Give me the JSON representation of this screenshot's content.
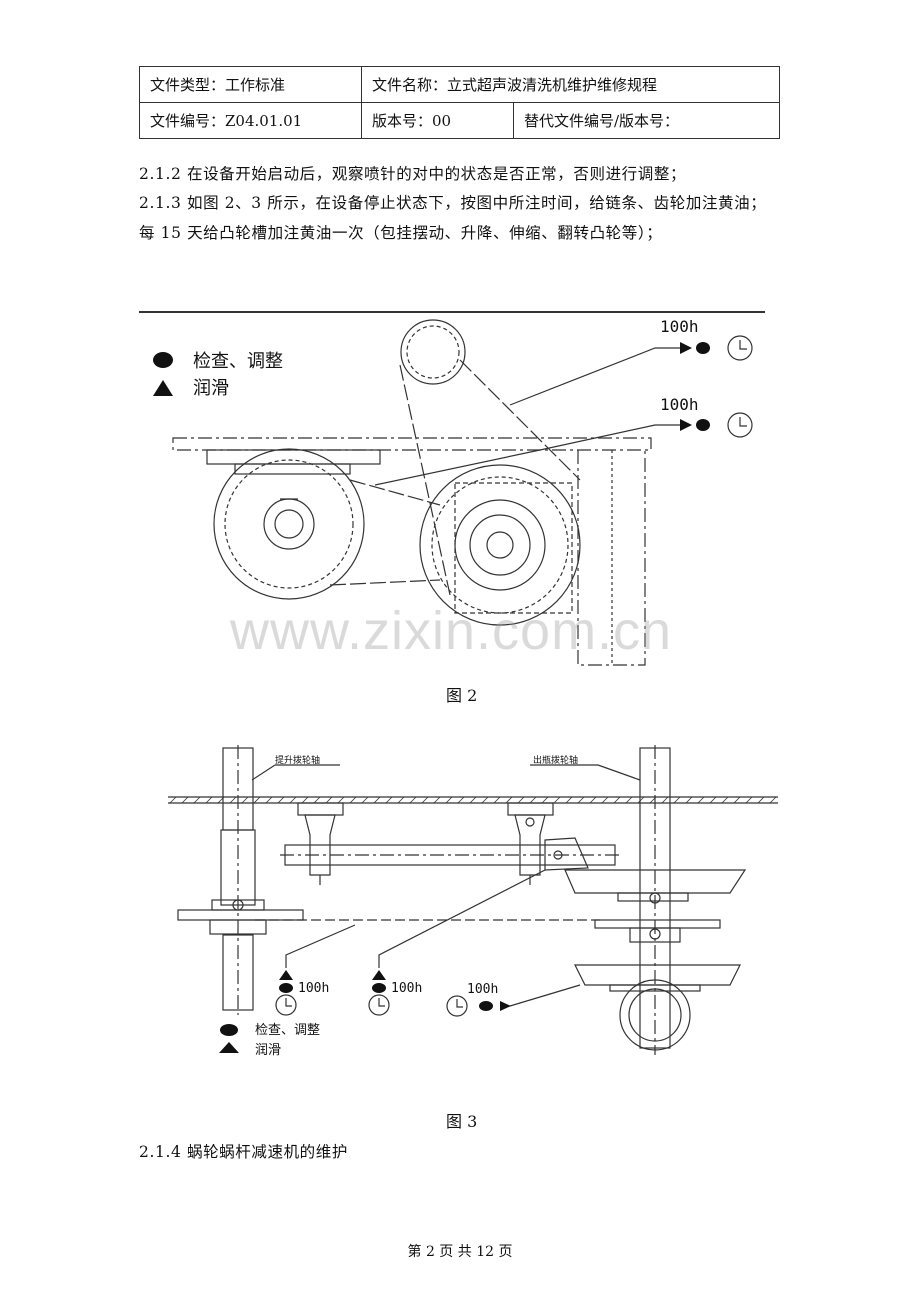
{
  "header": {
    "file_type": "文件类型：工作标准",
    "file_name": "文件名称：立式超声波清洗机维护维修规程",
    "file_number": "文件编号：Z04.01.01",
    "version": "版本号：00",
    "replace": "替代文件编号/版本号："
  },
  "paragraphs": [
    "2.1.2 在设备开始启动后，观察喷针的对中的状态是否正常，否则进行调整；",
    "2.1.3 如图 2、3 所示，在设备停止状态下，按图中所注时间，给链条、齿轮加注黄油；每 15 天给凸轮槽加注黄油一次（包挂摆动、升降、伸缩、翻转凸轮等）；"
  ],
  "figure2": {
    "legend_check": "检查、调整",
    "legend_lube": "润滑",
    "interval_1": "100h",
    "interval_2": "100h",
    "caption": "图 2"
  },
  "figure3": {
    "shaft_left": "提升拨轮轴",
    "shaft_right": "出瓶拨轮轴",
    "interval_1": "100h",
    "interval_2": "100h",
    "interval_3": "100h",
    "legend_check": "检查、调整",
    "legend_lube": "润滑",
    "caption": "图 3"
  },
  "section_title": "2.1.4 蜗轮蜗杆减速机的维护",
  "watermark": "www.zixin.com.cn",
  "footer": "第 2 页 共 12 页"
}
